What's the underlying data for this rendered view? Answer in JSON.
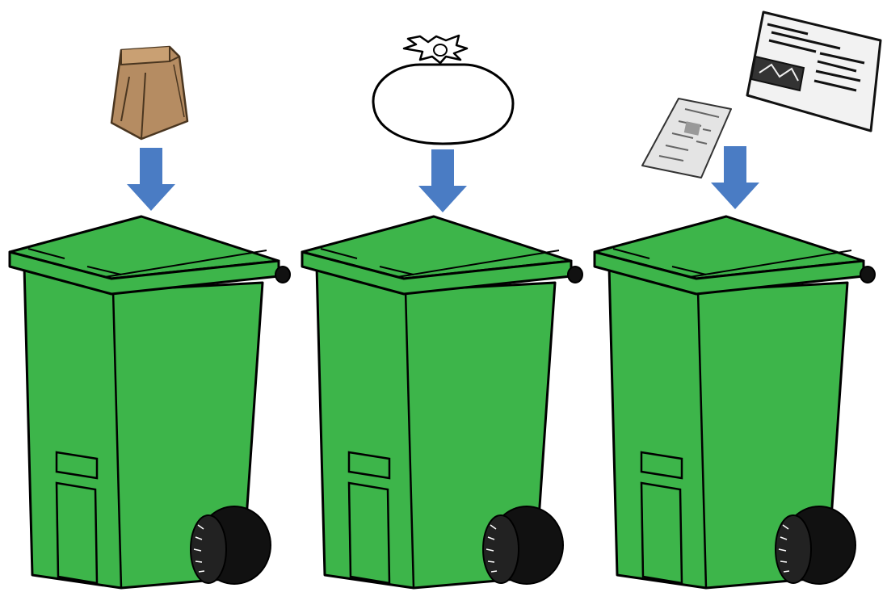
{
  "colors": {
    "background": "#ffffff",
    "bin_green": "#3db54a",
    "bin_outline": "#000000",
    "arrow_blue": "#4a7cc4",
    "paper_bag_brown": "#b58c62",
    "newspaper_gray": "#d8d8d8",
    "wheel_black": "#111111"
  },
  "bins": [
    {
      "name": "bin-1",
      "item_icon": "paper-bag-icon"
    },
    {
      "name": "bin-2",
      "item_icon": "trash-bag-icon"
    },
    {
      "name": "bin-3",
      "item_icon": "newspaper-icon"
    }
  ]
}
